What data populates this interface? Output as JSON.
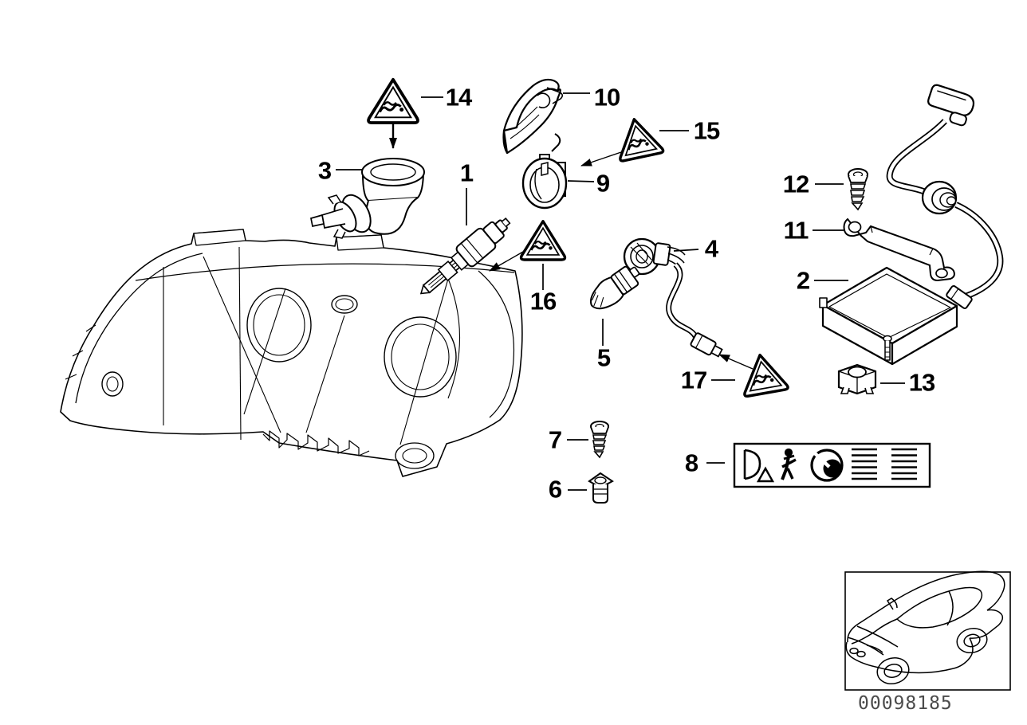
{
  "diagram_type": "exploded-parts-diagram-headlight",
  "colors": {
    "line": "#000000",
    "background": "#ffffff",
    "image_number_text": "#4b4b4b"
  },
  "callouts": [
    {
      "part": "1"
    },
    {
      "part": "2"
    },
    {
      "part": "3"
    },
    {
      "part": "4"
    },
    {
      "part": "5"
    },
    {
      "part": "6"
    },
    {
      "part": "7"
    },
    {
      "part": "8"
    },
    {
      "part": "9"
    },
    {
      "part": "10"
    },
    {
      "part": "11"
    },
    {
      "part": "12"
    },
    {
      "part": "13"
    },
    {
      "part": "14"
    },
    {
      "part": "15"
    },
    {
      "part": "16"
    },
    {
      "part": "17"
    }
  ],
  "warning_triangle_callouts": [
    "14",
    "15",
    "16",
    "17"
  ],
  "label_plate_icons": [
    "projector-lens-icon",
    "warning-triangle-icon",
    "person-icon",
    "eclipse-circle-icon",
    "text-lines-icon",
    "text-lines-icon"
  ],
  "footer": {
    "image_number": "00098185"
  }
}
